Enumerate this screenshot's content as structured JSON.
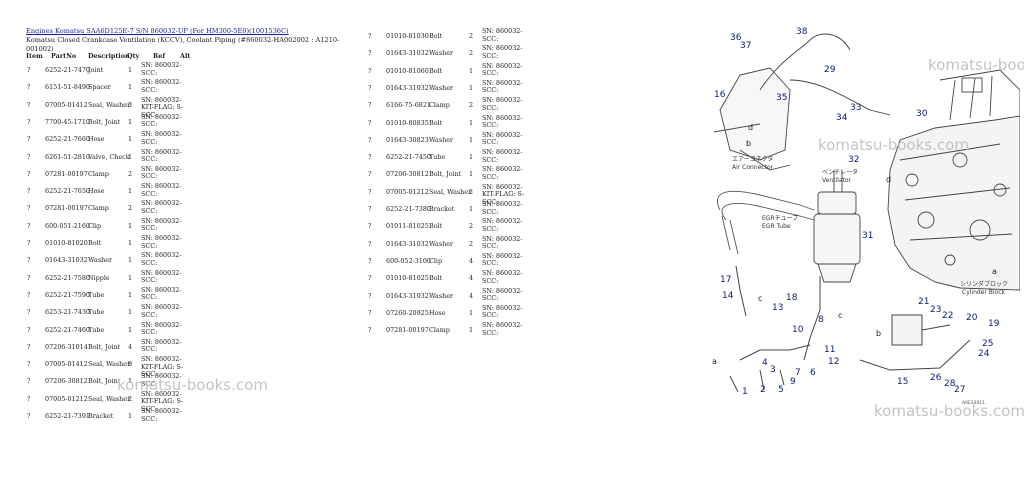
{
  "header": {
    "breadcrumb": "Engines Komatsu SAA6D125E-7 S/N 860032-UP (For HM300-5E0)(1001536C)",
    "title": "Komatsu Closed Crankcase Ventilation (KCCV), Coolant Piping (#860032-HA002002 : A1210-001002)"
  },
  "columns": {
    "item": "Item",
    "partno": "PartNo",
    "description": "Description",
    "qty": "Qty",
    "ref": "Ref",
    "alt": "Alt"
  },
  "left_parts": [
    {
      "item": "?",
      "partno": "6252-21-7470",
      "description": "Joint",
      "qty": "1",
      "remarks": "SN: 860032-SCC:"
    },
    {
      "item": "?",
      "partno": "6151-51-8490",
      "description": "Spacer",
      "qty": "1",
      "remarks": "SN: 860032-SCC:"
    },
    {
      "item": "?",
      "partno": "07005-01412",
      "description": "Seal, Washer",
      "qty": "3",
      "remarks": "SN: 860032-KIT-FLAG: S-SCC:"
    },
    {
      "item": "?",
      "partno": "7700-45-1710",
      "description": "Bolt, Joint",
      "qty": "1",
      "remarks": "SN: 860032-SCC:"
    },
    {
      "item": "?",
      "partno": "6252-21-7660",
      "description": "Hose",
      "qty": "1",
      "remarks": "SN: 860032-SCC:"
    },
    {
      "item": "?",
      "partno": "6261-51-2810",
      "description": "Valve, Check",
      "qty": "1",
      "remarks": "SN: 860032-SCC:"
    },
    {
      "item": "?",
      "partno": "07281-00197",
      "description": "Clamp",
      "qty": "2",
      "remarks": "SN: 860032-SCC:"
    },
    {
      "item": "?",
      "partno": "6252-21-7650",
      "description": "Hose",
      "qty": "1",
      "remarks": "SN: 860032-SCC:"
    },
    {
      "item": "?",
      "partno": "07281-00197",
      "description": "Clamp",
      "qty": "2",
      "remarks": "SN: 860032-SCC:"
    },
    {
      "item": "?",
      "partno": "600-051-2160",
      "description": "Clip",
      "qty": "1",
      "remarks": "SN: 860032-SCC:"
    },
    {
      "item": "?",
      "partno": "01010-81020",
      "description": "Bolt",
      "qty": "1",
      "remarks": "SN: 860032-SCC:"
    },
    {
      "item": "?",
      "partno": "01643-31032",
      "description": "Washer",
      "qty": "1",
      "remarks": "SN: 860032-SCC:"
    },
    {
      "item": "?",
      "partno": "6252-21-7580",
      "description": "Nipple",
      "qty": "1",
      "remarks": "SN: 860032-SCC:"
    },
    {
      "item": "?",
      "partno": "6252-21-7590",
      "description": "Tube",
      "qty": "1",
      "remarks": "SN: 860032-SCC:"
    },
    {
      "item": "?",
      "partno": "6253-21-7430",
      "description": "Tube",
      "qty": "1",
      "remarks": "SN: 860032-SCC:"
    },
    {
      "item": "?",
      "partno": "6252-21-7460",
      "description": "Tube",
      "qty": "1",
      "remarks": "SN: 860032-SCC:"
    },
    {
      "item": "?",
      "partno": "07206-31014",
      "description": "Bolt, Joint",
      "qty": "4",
      "remarks": "SN: 860032-SCC:"
    },
    {
      "item": "?",
      "partno": "07005-01412",
      "description": "Seal, Washer",
      "qty": "9",
      "remarks": "SN: 860032-KIT-FLAG: S-SCC:"
    },
    {
      "item": "?",
      "partno": "07206-30812",
      "description": "Bolt, Joint",
      "qty": "1",
      "remarks": "SN: 860032-SCC:"
    },
    {
      "item": "?",
      "partno": "07005-01212",
      "description": "Seal, Washer",
      "qty": "2",
      "remarks": "SN: 860032-KIT-FLAG: S-SCC:"
    },
    {
      "item": "?",
      "partno": "6252-21-7391",
      "description": "Bracket",
      "qty": "1",
      "remarks": "SN: 860032-SCC:"
    }
  ],
  "right_parts": [
    {
      "item": "?",
      "partno": "01010-81030",
      "description": "Bolt",
      "qty": "2",
      "remarks": "SN: 860032-SCC:"
    },
    {
      "item": "?",
      "partno": "01643-31032",
      "description": "Washer",
      "qty": "2",
      "remarks": "SN: 860032-SCC:"
    },
    {
      "item": "?",
      "partno": "01010-81060",
      "description": "Bolt",
      "qty": "1",
      "remarks": "SN: 860032-SCC:"
    },
    {
      "item": "?",
      "partno": "01643-31032",
      "description": "Washer",
      "qty": "1",
      "remarks": "SN: 860032-SCC:"
    },
    {
      "item": "?",
      "partno": "6166-75-6821",
      "description": "Clamp",
      "qty": "2",
      "remarks": "SN: 860032-SCC:"
    },
    {
      "item": "?",
      "partno": "01010-80835",
      "description": "Bolt",
      "qty": "1",
      "remarks": "SN: 860032-SCC:"
    },
    {
      "item": "?",
      "partno": "01643-30823",
      "description": "Washer",
      "qty": "1",
      "remarks": "SN: 860032-SCC:"
    },
    {
      "item": "?",
      "partno": "6252-21-7450",
      "description": "Tube",
      "qty": "1",
      "remarks": "SN: 860032-SCC:"
    },
    {
      "item": "?",
      "partno": "07206-30812",
      "description": "Bolt, Joint",
      "qty": "1",
      "remarks": "SN: 860032-SCC:"
    },
    {
      "item": "?",
      "partno": "07005-01212",
      "description": "Seal, Washer",
      "qty": "2",
      "remarks": "SN: 860032-KIT-FLAG: S-SCC:"
    },
    {
      "item": "?",
      "partno": "6252-21-7380",
      "description": "Bracket",
      "qty": "1",
      "remarks": "SN: 860032-SCC:"
    },
    {
      "item": "?",
      "partno": "01011-81025",
      "description": "Bolt",
      "qty": "2",
      "remarks": "SN: 860032-SCC:"
    },
    {
      "item": "?",
      "partno": "01643-31032",
      "description": "Washer",
      "qty": "2",
      "remarks": "SN: 860032-SCC:"
    },
    {
      "item": "?",
      "partno": "600-052-3100",
      "description": "Clip",
      "qty": "4",
      "remarks": "SN: 860032-SCC:"
    },
    {
      "item": "?",
      "partno": "01010-81025",
      "description": "Bolt",
      "qty": "4",
      "remarks": "SN: 860032-SCC:"
    },
    {
      "item": "?",
      "partno": "01643-31032",
      "description": "Washer",
      "qty": "4",
      "remarks": "SN: 860032-SCC:"
    },
    {
      "item": "?",
      "partno": "07260-20925",
      "description": "Hose",
      "qty": "1",
      "remarks": "SN: 860032-SCC:"
    },
    {
      "item": "?",
      "partno": "07281-00197",
      "description": "Clamp",
      "qty": "1",
      "remarks": "SN: 860032-SCC:"
    }
  ],
  "watermark": "komatsu-books.com",
  "diagram": {
    "callouts": [
      "1",
      "2",
      "3",
      "4",
      "5",
      "6",
      "7",
      "8",
      "9",
      "10",
      "11",
      "12",
      "13",
      "14",
      "15",
      "16",
      "17",
      "18",
      "19",
      "20",
      "21",
      "22",
      "23",
      "24",
      "25",
      "26",
      "27",
      "28",
      "29",
      "30",
      "31",
      "32",
      "33",
      "34",
      "35",
      "36",
      "37",
      "38"
    ],
    "letters": [
      "a",
      "b",
      "c",
      "d"
    ],
    "labels": {
      "air_connector_jp": "エアーコネクタ",
      "air_connector": "Air Connector",
      "ventilator_jp": "ベンチレータ",
      "ventilator": "Ventilator",
      "egr_tube_jp": "EGRチューブ",
      "egr_tube": "EGR Tube",
      "cylinder_block_jp": "シリンダブロック",
      "cylinder_block": "Cylinder Block",
      "figure_no": "A6E33911"
    },
    "callout_color": "#0a1a78"
  }
}
